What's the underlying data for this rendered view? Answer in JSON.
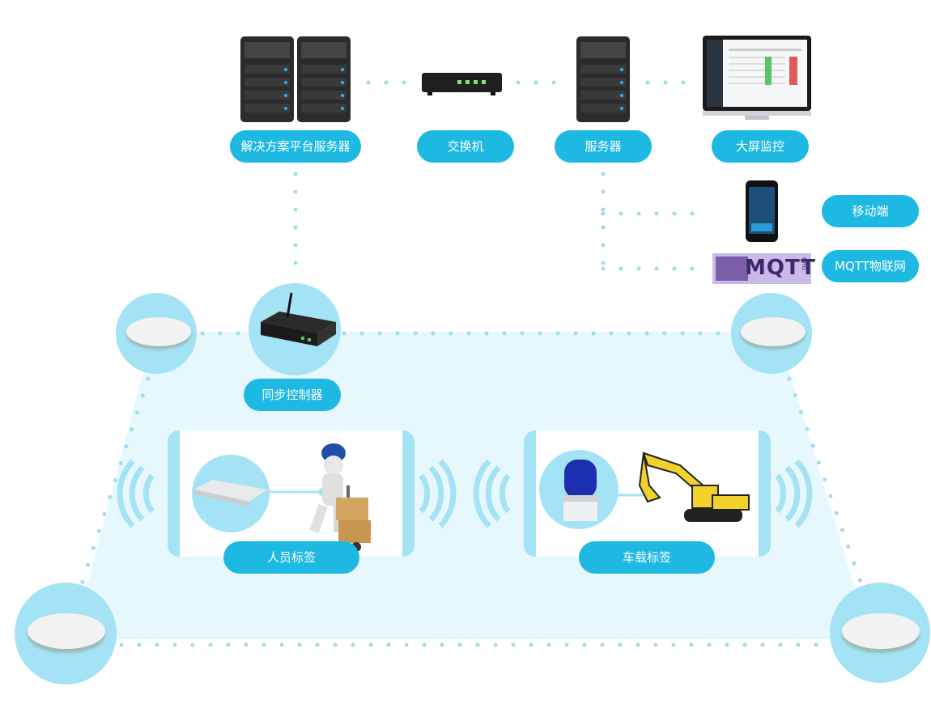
{
  "labels": {
    "platform_server": "解决方案平台服务器",
    "switch": "交换机",
    "server": "服务器",
    "big_screen": "大屏监控",
    "mobile": "移动端",
    "mqtt": "MQTT物联网",
    "sync_controller": "同步控制器",
    "person_tag": "人员标签",
    "vehicle_tag": "车载标签"
  },
  "logo": {
    "mqtt_text": "MQTT",
    "mqtt_suffix": "ORG"
  },
  "colors": {
    "accent": "#1eb9e2",
    "light": "#a4e3f5",
    "floor": "#e3f6fd",
    "dots": "#9fdcf1"
  }
}
